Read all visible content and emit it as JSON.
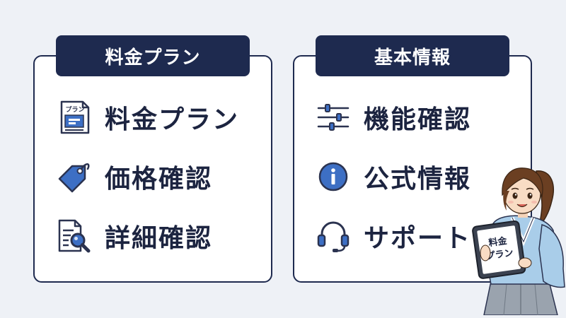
{
  "left_panel": {
    "header": "料金プラン",
    "items": [
      {
        "label": "料金プラン",
        "icon": "pricing-plan-document-icon",
        "icon_text": "プラン"
      },
      {
        "label": "価格確認",
        "icon": "price-tag-icon"
      },
      {
        "label": "詳細確認",
        "icon": "document-magnifier-icon"
      }
    ]
  },
  "right_panel": {
    "header": "基本情報",
    "items": [
      {
        "label": "機能確認",
        "icon": "sliders-icon"
      },
      {
        "label": "公式情報",
        "icon": "info-icon"
      },
      {
        "label": "サポート",
        "icon": "headset-icon"
      }
    ]
  },
  "illustration": {
    "tablet_text_line1": "料金",
    "tablet_text_line2": "プラン"
  },
  "colors": {
    "navy": "#1e2a4f",
    "icon_blue": "#3d6fc4",
    "background": "#eef1f6"
  }
}
